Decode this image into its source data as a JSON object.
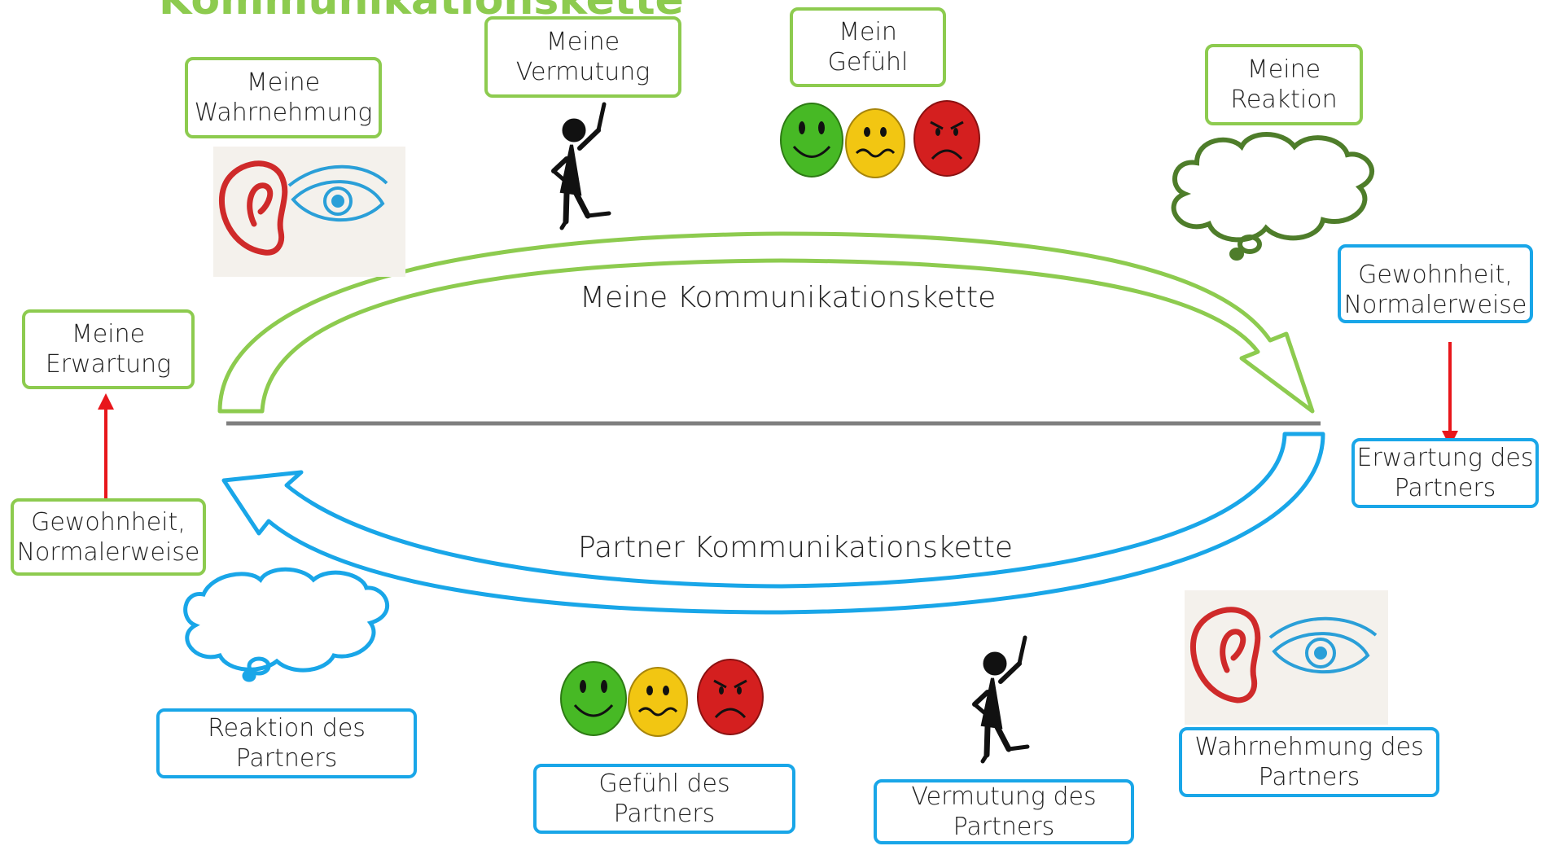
{
  "title_fragment": "Kommunikationskette",
  "colors": {
    "me": "#8dcb4f",
    "partner": "#19a6e8",
    "arrow": "#e8161b",
    "divider": "#7f7f7f",
    "cloud": "#4e7d2a"
  },
  "chain_labels": {
    "mine": "Meine Kommunikationskette",
    "partner": "Partner Kommunikationskette"
  },
  "my_chain": {
    "expectation": "Meine\nErwartung",
    "habit": "Gewohnheit,\nNormalerweise",
    "perception": "Meine\nWahrnehmung",
    "assumption": "Meine\nVermutung",
    "feeling": "Mein\nGefühl",
    "reaction": "Meine\nReaktion"
  },
  "partner_chain": {
    "habit": "Gewohnheit,\nNormalerweise",
    "expectation": "Erwartung des\nPartners",
    "perception": "Wahrnehmung des\nPartners",
    "assumption": "Vermutung des\nPartners",
    "feeling": "Gefühl des\nPartners",
    "reaction": "Reaktion des\nPartners"
  },
  "icons": [
    "ear-icon",
    "eye-icon",
    "thinking-figure-icon",
    "happy-smiley-icon",
    "worried-smiley-icon",
    "angry-smiley-icon",
    "thought-cloud-icon"
  ]
}
